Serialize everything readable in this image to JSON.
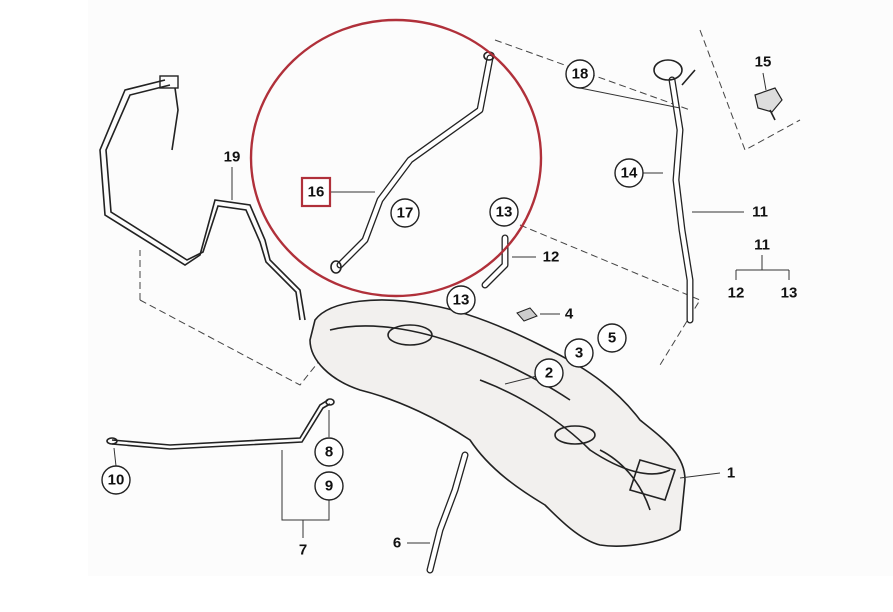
{
  "diagram": {
    "highlight_color": "#b0303a",
    "parts": {
      "p1": "1",
      "p2": "2",
      "p3": "3",
      "p4": "4",
      "p5": "5",
      "p6": "6",
      "p7": "7",
      "p8": "8",
      "p9": "9",
      "p10": "10",
      "p11a": "11",
      "p11b": "11",
      "p12a": "12",
      "p12b": "12",
      "p13a": "13",
      "p13b": "13",
      "p13c": "13",
      "p14": "14",
      "p15": "15",
      "p16": "16",
      "p17": "17",
      "p18": "18",
      "p19": "19"
    }
  }
}
